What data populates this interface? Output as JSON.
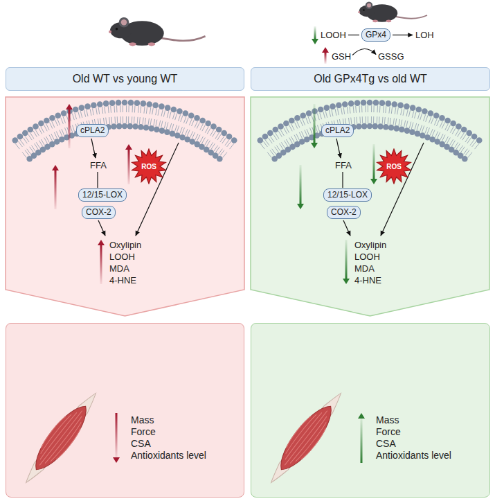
{
  "diagram": {
    "nodes": [
      {
        "text": [
          "GPx4"
        ]
      },
      {
        "text": [
          "Old WT vs young WT"
        ]
      },
      {
        "text": [
          "Old GPx4Tg vs old WT"
        ]
      },
      {
        "text": [
          "cPLA2"
        ]
      },
      {
        "text": [
          "ROS"
        ]
      },
      {
        "text": [
          "12/15-LOX"
        ]
      },
      {
        "text": [
          "COX-2"
        ]
      },
      {
        "text": [
          "Mass",
          "Force",
          "CSA",
          "Antioxidants level"
        ]
      },
      {
        "text": [
          "cPLA2"
        ]
      },
      {
        "text": [
          "ROS"
        ]
      },
      {
        "text": [
          "12/15-LOX"
        ]
      },
      {
        "text": [
          "COX-2"
        ]
      },
      {
        "text": [
          "Mass",
          "Force",
          "CSA",
          "Antioxidants level"
        ]
      }
    ],
    "labels": [
      "LOOH",
      "LOH",
      "GSH",
      "GSSG",
      "FFA",
      "Oxylipin",
      "LOOH",
      "MDA",
      "4-HNE",
      "FFA",
      "Oxylipin",
      "LOOH",
      "MDA",
      "4-HNE"
    ]
  }
}
